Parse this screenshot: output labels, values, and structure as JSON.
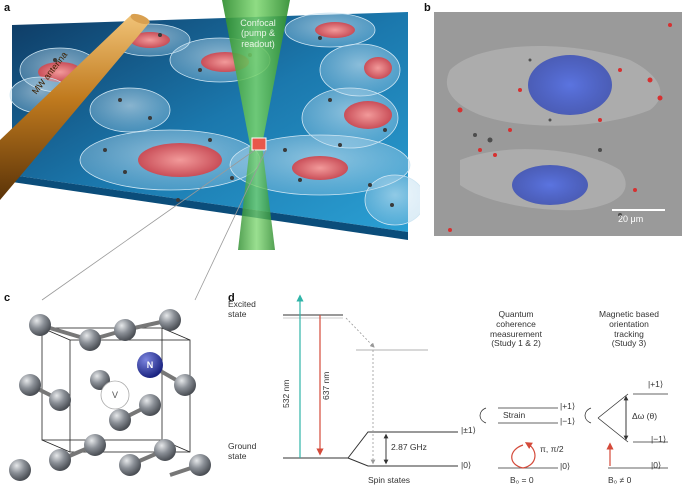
{
  "panels": {
    "a": {
      "label": "a",
      "confocal_label_lines": [
        "Confocal",
        "(pump &",
        "readout)"
      ],
      "antenna_label": "MW antenna"
    },
    "b": {
      "label": "b",
      "scale_bar_label": "20 μm"
    },
    "c": {
      "label": "c",
      "nitrogen_label": "N",
      "vacancy_label": "V"
    },
    "d": {
      "label": "d",
      "excited_state_lines": [
        "Excited",
        "state"
      ],
      "ground_state_lines": [
        "Ground",
        "state"
      ],
      "pump_wavelength": "532 nm",
      "emission_wavelength": "637 nm",
      "zero_field_splitting": "2.87 GHz",
      "level_pm1": "|±1⟩",
      "level_0": "|0⟩",
      "spin_states_label": "Spin states",
      "quantum_coherence_title_lines": [
        "Quantum",
        "coherence",
        "measurement",
        "(Study 1 & 2)"
      ],
      "magnetic_title_lines": [
        "Magnetic based",
        "orientation",
        "tracking",
        "(Study 3)"
      ],
      "strain_label": "Strain",
      "plus1": "|+1⟩",
      "minus1": "|−1⟩",
      "zero": "|0⟩",
      "pulse_label": "π, π/2",
      "b0_zero": "B₀ = 0",
      "b0_nonzero": "B₀ ≠ 0",
      "delta_omega": "Δω (θ)"
    }
  },
  "colors": {
    "substrate": "#1e86b8",
    "antenna": "#c07a1e",
    "laser": "#3fae3a",
    "nucleus_red": "#e06a6a",
    "nucleus_blue": "#3d55c8",
    "pump_arrow": "#2fb4a8",
    "emission_arrow": "#d44a3a",
    "carbon": "#8a8f96",
    "nitrogen": "#22309a"
  }
}
